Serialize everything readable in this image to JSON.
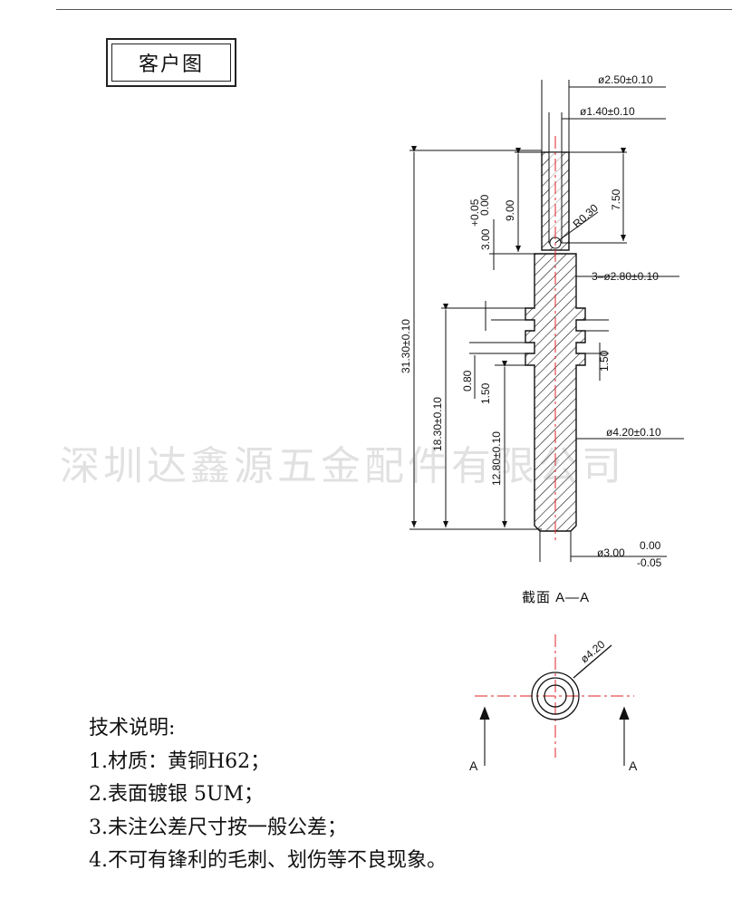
{
  "title": "客户图",
  "section_label": "截面 A—A",
  "watermark": "深圳达鑫源五金配件有限公司",
  "dimensions": {
    "outer_tip_dia": "ø2.50±0.10",
    "inner_bore_dia": "ø1.40±0.10",
    "groove_dia": "3–ø2.80±0.10",
    "body_dia": "ø4.20±0.10",
    "end_dia": "ø3.00",
    "end_dia_upper_tol": "0.00",
    "end_dia_lower_tol": "-0.05",
    "total_length": "31.30±0.10",
    "body_length": "18.30±0.10",
    "shank_length": "12.80±0.10",
    "step_length": "3.00",
    "step_upper_tol": "+0.05",
    "step_lower_tol": "0.00",
    "tip_length": "9.00",
    "bore_depth": "7.50",
    "fillet_radius": "R0.30",
    "groove_width": "0.80",
    "groove_pitch": "1.50",
    "groove_pitch_right": "1.50",
    "section_view_dia": "ø4.20",
    "section_marker_left": "A",
    "section_marker_right": "A"
  },
  "notes": {
    "heading": "技术说明:",
    "items": [
      "1.材质：黄铜H62；",
      "2.表面镀银 5UM；",
      "3.未注公差尺寸按一般公差；",
      "4.不可有锋利的毛刺、划伤等不良现象。"
    ]
  },
  "colors": {
    "centerline": "#e0202a",
    "line": "#111111",
    "watermark": "#9a9a9a"
  }
}
